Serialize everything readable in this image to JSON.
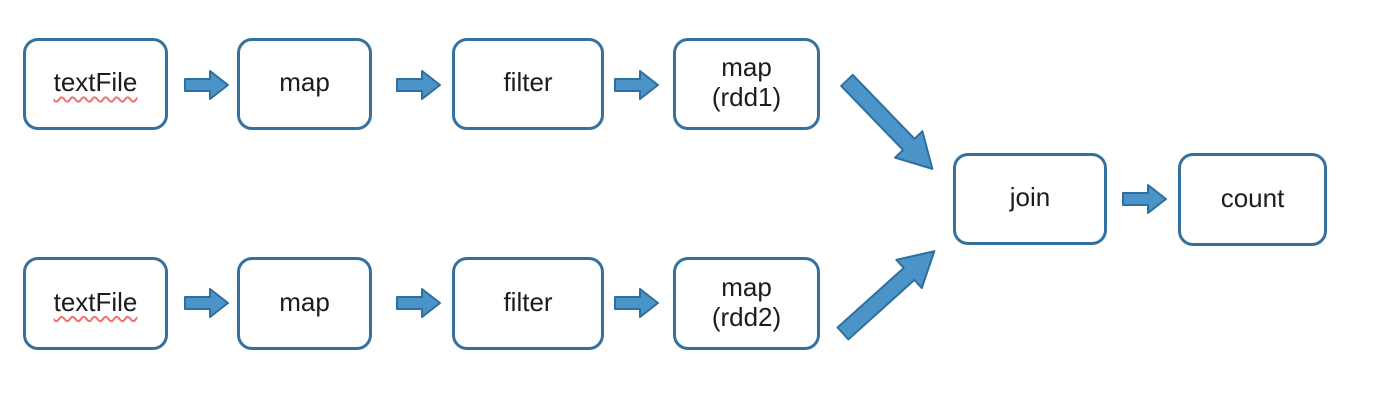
{
  "diagram": {
    "colors": {
      "background": "#ffffff",
      "box_fill": "#ffffff",
      "box_border": "#35719f",
      "arrow_fill": "#4a94c9",
      "arrow_stroke": "#2f6f9e",
      "text": "#1c1c1c",
      "spellcheck_underline": "#ec7373"
    },
    "pipelines": {
      "top": {
        "nodes": [
          {
            "label": "textFile"
          },
          {
            "label": "map"
          },
          {
            "label": "filter"
          },
          {
            "label": "map",
            "label2": "(rdd1)"
          }
        ]
      },
      "bottom": {
        "nodes": [
          {
            "label": "textFile"
          },
          {
            "label": "map"
          },
          {
            "label": "filter"
          },
          {
            "label": "map",
            "label2": "(rdd2)"
          }
        ]
      },
      "merge": {
        "nodes": [
          {
            "label": "join"
          },
          {
            "label": "count"
          }
        ]
      }
    }
  }
}
